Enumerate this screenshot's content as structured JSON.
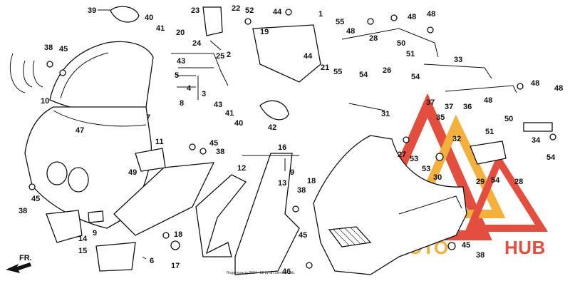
{
  "part_numbers": [
    {
      "id": "1",
      "text": "1"
    },
    {
      "id": "2",
      "text": "2"
    },
    {
      "id": "3",
      "text": "3"
    },
    {
      "id": "4",
      "text": "4"
    },
    {
      "id": "5",
      "text": "5"
    },
    {
      "id": "6",
      "text": "6"
    },
    {
      "id": "7",
      "text": "7"
    },
    {
      "id": "8",
      "text": "8"
    },
    {
      "id": "9a",
      "text": "9"
    },
    {
      "id": "9b",
      "text": "9"
    },
    {
      "id": "10",
      "text": "10"
    },
    {
      "id": "11",
      "text": "11"
    },
    {
      "id": "12",
      "text": "12"
    },
    {
      "id": "13",
      "text": "13"
    },
    {
      "id": "14",
      "text": "14"
    },
    {
      "id": "15",
      "text": "15"
    },
    {
      "id": "16",
      "text": "16"
    },
    {
      "id": "17",
      "text": "17"
    },
    {
      "id": "18a",
      "text": "18"
    },
    {
      "id": "18b",
      "text": "18"
    },
    {
      "id": "19",
      "text": "19"
    },
    {
      "id": "20",
      "text": "20"
    },
    {
      "id": "21",
      "text": "21"
    },
    {
      "id": "22",
      "text": "22"
    },
    {
      "id": "23",
      "text": "23"
    },
    {
      "id": "24",
      "text": "24"
    },
    {
      "id": "25",
      "text": "25"
    },
    {
      "id": "26",
      "text": "26"
    },
    {
      "id": "27",
      "text": "27"
    },
    {
      "id": "28a",
      "text": "28"
    },
    {
      "id": "28b",
      "text": "28"
    },
    {
      "id": "29",
      "text": "29"
    },
    {
      "id": "30",
      "text": "30"
    },
    {
      "id": "31",
      "text": "31"
    },
    {
      "id": "32",
      "text": "32"
    },
    {
      "id": "33",
      "text": "33"
    },
    {
      "id": "34",
      "text": "34"
    },
    {
      "id": "35",
      "text": "35"
    },
    {
      "id": "36",
      "text": "36"
    },
    {
      "id": "37a",
      "text": "37"
    },
    {
      "id": "37b",
      "text": "37"
    },
    {
      "id": "38a",
      "text": "38"
    },
    {
      "id": "38b",
      "text": "38"
    },
    {
      "id": "38c",
      "text": "38"
    },
    {
      "id": "38d",
      "text": "38"
    },
    {
      "id": "38e",
      "text": "38"
    },
    {
      "id": "39",
      "text": "39"
    },
    {
      "id": "40a",
      "text": "40"
    },
    {
      "id": "40b",
      "text": "40"
    },
    {
      "id": "41a",
      "text": "41"
    },
    {
      "id": "41b",
      "text": "41"
    },
    {
      "id": "42",
      "text": "42"
    },
    {
      "id": "43a",
      "text": "43"
    },
    {
      "id": "43b",
      "text": "43"
    },
    {
      "id": "44a",
      "text": "44"
    },
    {
      "id": "44b",
      "text": "44"
    },
    {
      "id": "45a",
      "text": "45"
    },
    {
      "id": "45b",
      "text": "45"
    },
    {
      "id": "45c",
      "text": "45"
    },
    {
      "id": "45d",
      "text": "45"
    },
    {
      "id": "45e",
      "text": "45"
    },
    {
      "id": "46",
      "text": "46"
    },
    {
      "id": "47",
      "text": "47"
    },
    {
      "id": "48a",
      "text": "48"
    },
    {
      "id": "48b",
      "text": "48"
    },
    {
      "id": "48c",
      "text": "48"
    },
    {
      "id": "48d",
      "text": "48"
    },
    {
      "id": "48e",
      "text": "48"
    },
    {
      "id": "48f",
      "text": "48"
    },
    {
      "id": "49",
      "text": "49"
    },
    {
      "id": "50a",
      "text": "50"
    },
    {
      "id": "50b",
      "text": "50"
    },
    {
      "id": "51a",
      "text": "51"
    },
    {
      "id": "51b",
      "text": "51"
    },
    {
      "id": "52",
      "text": "52"
    },
    {
      "id": "53a",
      "text": "53"
    },
    {
      "id": "53b",
      "text": "53"
    },
    {
      "id": "54a",
      "text": "54"
    },
    {
      "id": "54b",
      "text": "54"
    },
    {
      "id": "54c",
      "text": "54"
    },
    {
      "id": "54d",
      "text": "54"
    },
    {
      "id": "55a",
      "text": "55"
    },
    {
      "id": "55b",
      "text": "55"
    }
  ],
  "direction_label": "FR.",
  "watermark": {
    "word_left": "AUTOMOTO",
    "word_right": "HUB",
    "colors": {
      "red": "#e0301e",
      "orange": "#f2a31b"
    }
  },
  "footnote": "Rogamuge ty 2024 - 22 by ah  Servase, ibb.",
  "colors": {
    "ink": "#111111",
    "background": "#ffffff"
  }
}
